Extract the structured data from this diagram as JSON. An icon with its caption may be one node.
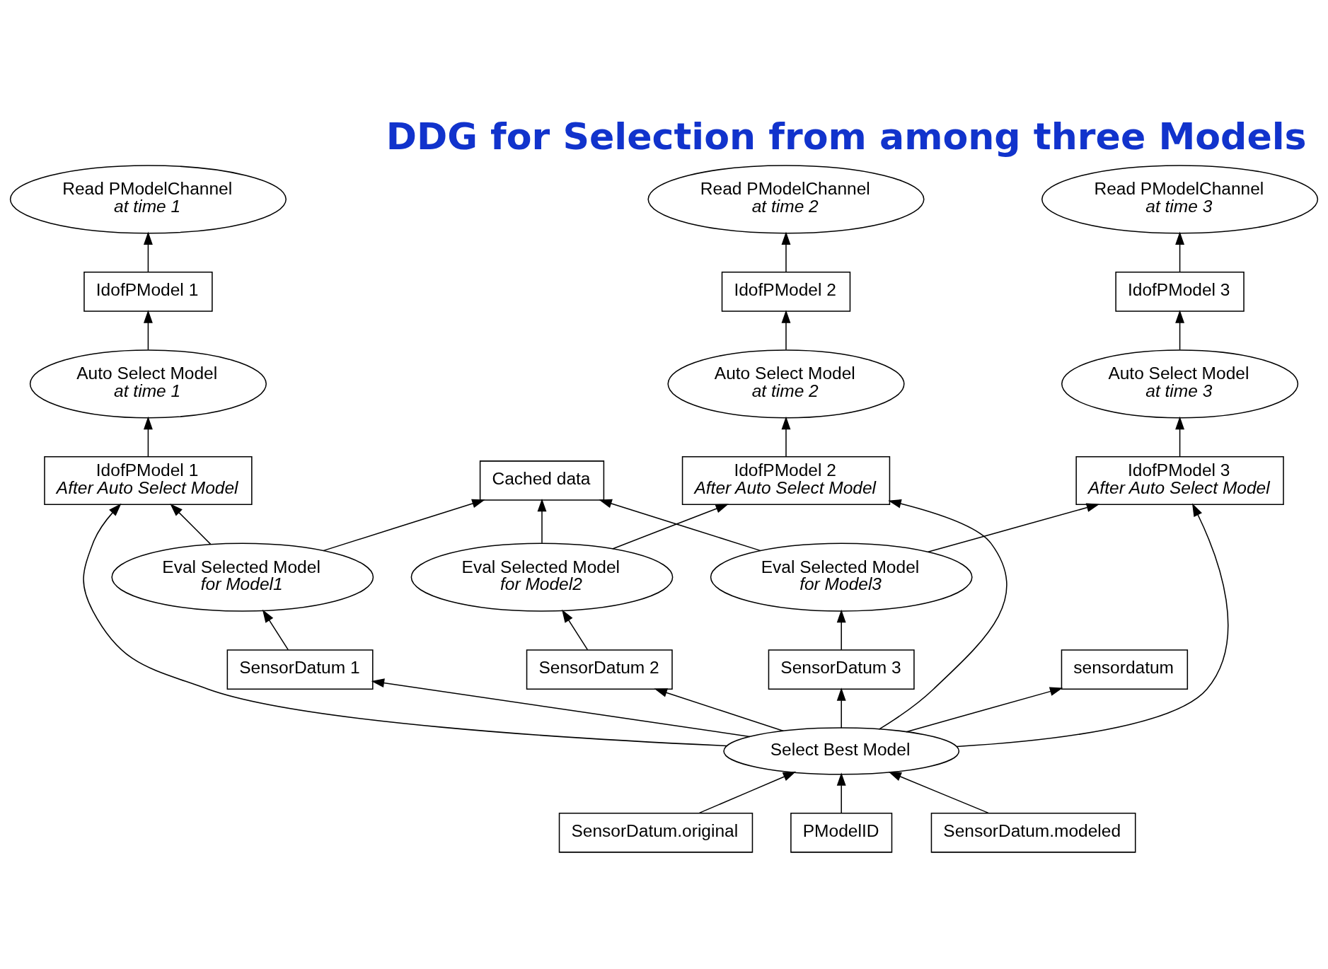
{
  "diagram": {
    "title": "DDG for Selection from among three Models",
    "nodes": [
      {
        "text": [
          "Read PModelChannel *at time 1*"
        ]
      },
      {
        "text": [
          "Read PModelChannel *at time 2*"
        ]
      },
      {
        "text": [
          "Read PModelChannel *at time 3*"
        ]
      },
      {
        "text": [
          "sensordatum"
        ]
      },
      {
        "text": [
          "IdofPModel 1"
        ]
      },
      {
        "text": [
          "IdofPModel 2"
        ]
      },
      {
        "text": [
          "IdofPModel 3"
        ]
      },
      {
        "text": [
          "Auto Select Model *at time 1*"
        ]
      },
      {
        "text": [
          "Auto Select Model *at time 2*"
        ]
      },
      {
        "text": [
          "Auto Select Model *at time 3*"
        ]
      },
      {
        "text": [
          "Cached data"
        ]
      },
      {
        "text": [
          "IdofPModel 1 *After Auto Select Model*"
        ]
      },
      {
        "text": [
          "IdofPModel 2 *After Auto Select Model*"
        ]
      },
      {
        "text": [
          "IdofPModel 3 *After Auto Select Model*"
        ]
      },
      {
        "text": [
          "SensorDatum.original"
        ]
      },
      {
        "text": [
          "Eval Selected Model *for Model1*"
        ]
      },
      {
        "text": [
          "Eval Selected Model *for Model2*"
        ]
      },
      {
        "text": [
          "Eval Selected Model *for Model3*"
        ]
      },
      {
        "text": [
          "PModelID"
        ]
      },
      {
        "text": [
          "SensorDatum 1"
        ]
      },
      {
        "text": [
          "SensorDatum 2"
        ]
      },
      {
        "text": [
          "SensorDatum 3"
        ]
      },
      {
        "text": [
          "SensorDatum.modeled"
        ]
      },
      {
        "text": [
          "Select Best Model"
        ]
      }
    ],
    "edges": [
      {
        "from": 19,
        "to": 15,
        "arrow": "to"
      },
      {
        "from": 20,
        "to": 16,
        "arrow": "to"
      },
      {
        "from": 21,
        "to": 17,
        "arrow": "to"
      },
      {
        "from": 15,
        "to": 11,
        "arrow": "to"
      },
      {
        "from": 16,
        "to": 12,
        "arrow": "to"
      },
      {
        "from": 17,
        "to": 13,
        "arrow": "to"
      },
      {
        "from": 11,
        "to": 7,
        "arrow": "to"
      },
      {
        "from": 12,
        "to": 8,
        "arrow": "to"
      },
      {
        "from": 13,
        "to": 9,
        "arrow": "to"
      },
      {
        "from": 7,
        "to": 4,
        "arrow": "to"
      },
      {
        "from": 8,
        "to": 5,
        "arrow": "to"
      },
      {
        "from": 9,
        "to": 6,
        "arrow": "to"
      },
      {
        "from": 4,
        "to": 0,
        "arrow": "to"
      },
      {
        "from": 5,
        "to": 1,
        "arrow": "to"
      },
      {
        "from": 6,
        "to": 2,
        "arrow": "to"
      },
      {
        "from": 15,
        "to": 10,
        "arrow": "to"
      },
      {
        "from": 16,
        "to": 10,
        "arrow": "to"
      },
      {
        "from": 17,
        "to": 10,
        "arrow": "to"
      },
      {
        "from": 23,
        "to": 3,
        "arrow": "to"
      },
      {
        "from": 23,
        "to": 19,
        "arrow": "to"
      },
      {
        "from": 23,
        "to": 20,
        "arrow": "to"
      },
      {
        "from": 23,
        "to": 21,
        "arrow": "to"
      },
      {
        "from": 23,
        "to": 11,
        "arrow": "to"
      },
      {
        "from": 23,
        "to": 12,
        "arrow": "to"
      },
      {
        "from": 23,
        "to": 13,
        "arrow": "to"
      },
      {
        "from": 22,
        "to": 23,
        "arrow": "to"
      },
      {
        "from": 18,
        "to": 23,
        "arrow": "to"
      },
      {
        "from": 14,
        "to": 23,
        "arrow": "to"
      }
    ]
  }
}
